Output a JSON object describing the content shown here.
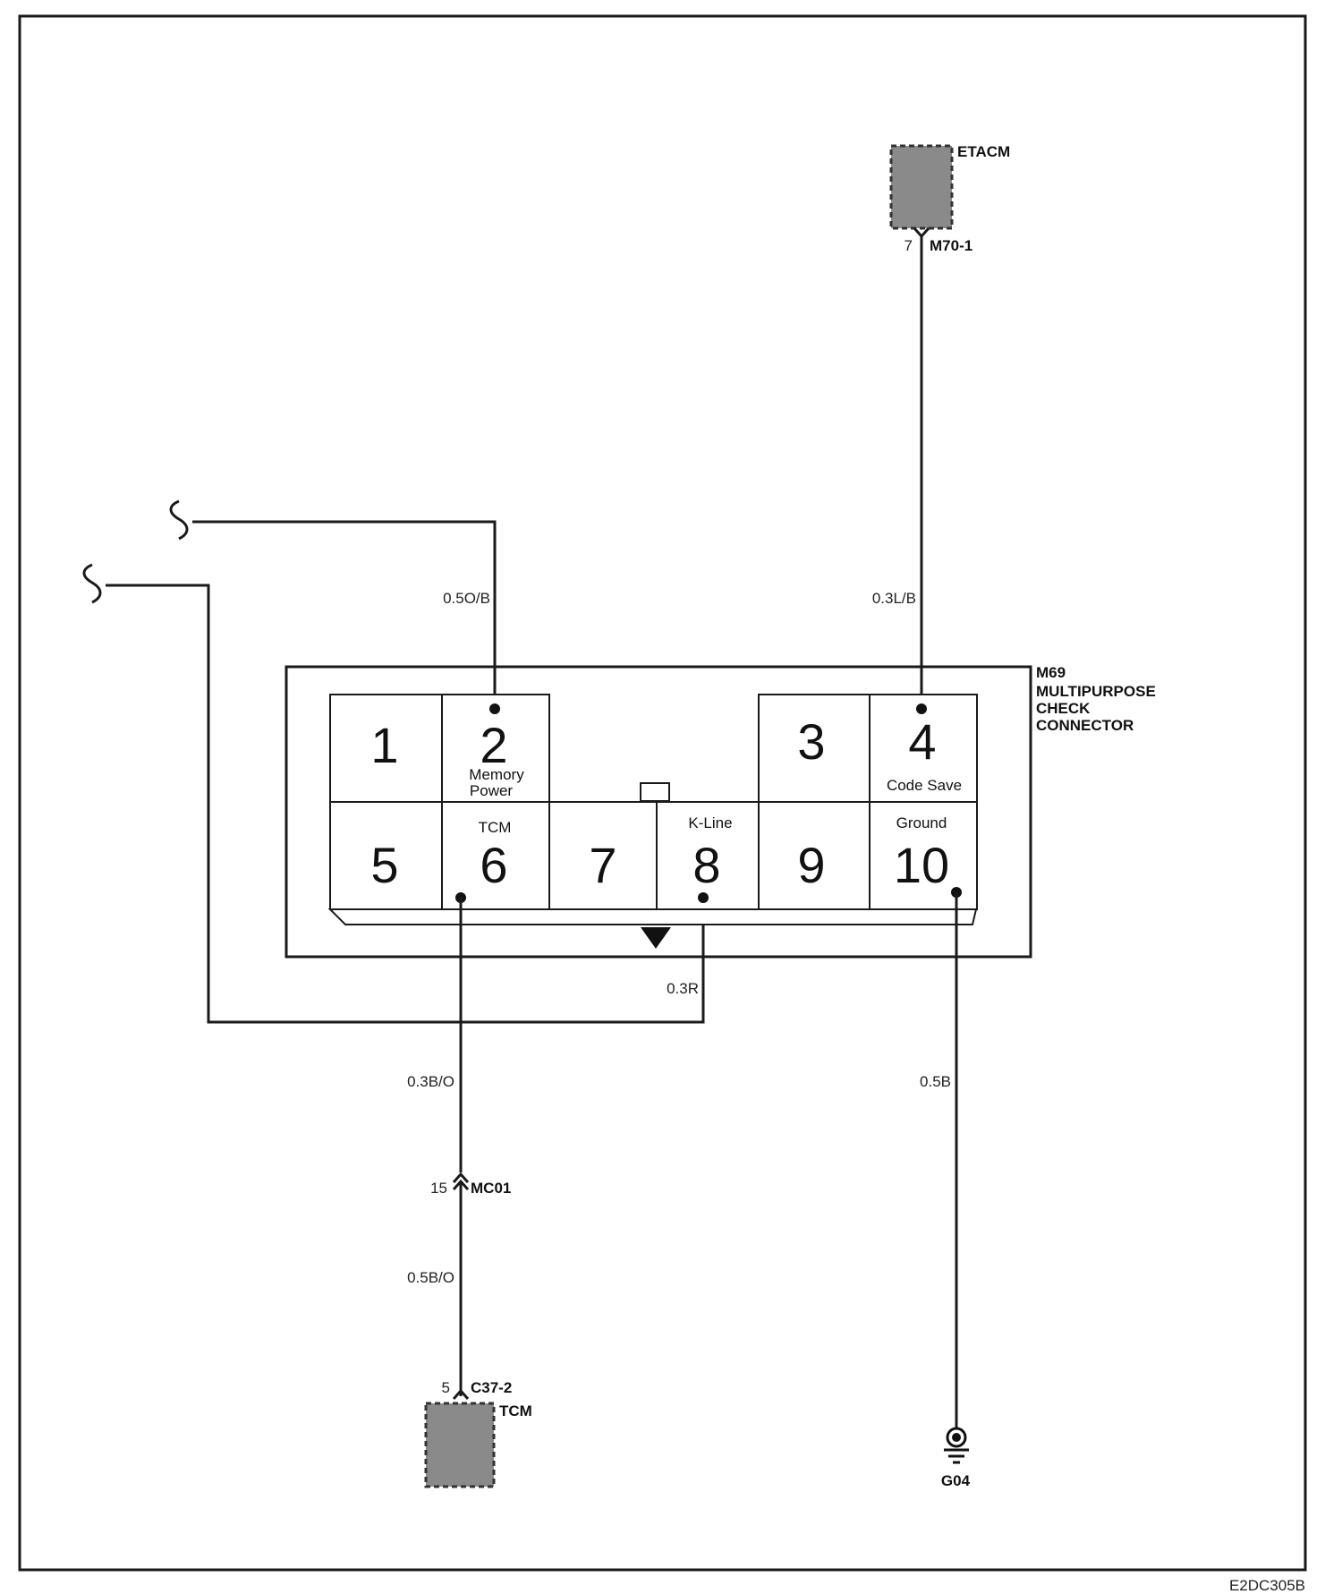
{
  "connector": {
    "id": "M69",
    "title_lines": [
      "MULTIPURPOSE",
      "CHECK",
      "CONNECTOR"
    ],
    "pins": [
      {
        "num": "1",
        "label": ""
      },
      {
        "num": "2",
        "label": "Memory Power",
        "label_lines": [
          "Memory",
          "Power"
        ]
      },
      {
        "num": "3",
        "label": ""
      },
      {
        "num": "4",
        "label": "Code Save"
      },
      {
        "num": "5",
        "label": ""
      },
      {
        "num": "6",
        "label": "TCM"
      },
      {
        "num": "7",
        "label": ""
      },
      {
        "num": "8",
        "label": "K-Line"
      },
      {
        "num": "9",
        "label": ""
      },
      {
        "num": "10",
        "label": "Ground"
      }
    ]
  },
  "etacm": {
    "name": "ETACM",
    "pin": "7",
    "connector": "M70-1"
  },
  "tcm": {
    "name": "TCM",
    "pin": "5",
    "connector": "C37-2"
  },
  "junction": {
    "pin": "15",
    "connector": "MC01"
  },
  "ground": {
    "name": "G04"
  },
  "wires": {
    "pin2": "0.5O/B",
    "pin4": "0.3L/B",
    "pin8": "0.3R",
    "pin6_upper": "0.3B/O",
    "pin6_lower": "0.5B/O",
    "pin10": "0.5B"
  },
  "figure_code": "E2DC305B",
  "colors": {
    "component_fill": "#8a8a8a",
    "line": "#1a1a1a"
  }
}
